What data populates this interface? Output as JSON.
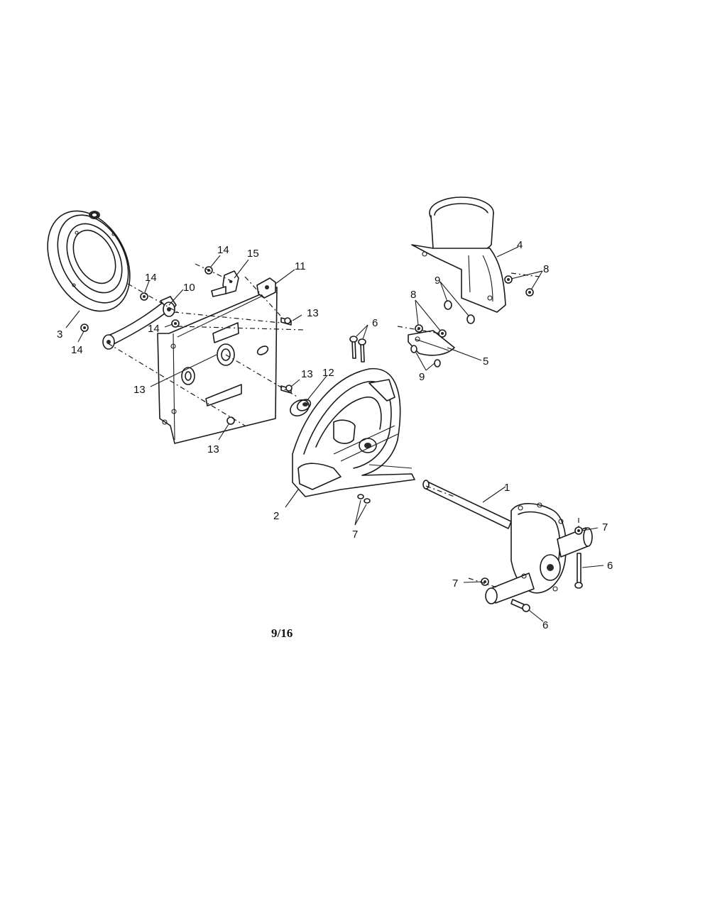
{
  "callouts": [
    {
      "id": "c1",
      "label": "1"
    },
    {
      "id": "c2",
      "label": "2"
    },
    {
      "id": "c3",
      "label": "3"
    },
    {
      "id": "c4",
      "label": "4"
    },
    {
      "id": "c5",
      "label": "5"
    },
    {
      "id": "c6a",
      "label": "6"
    },
    {
      "id": "c6b",
      "label": "6"
    },
    {
      "id": "c6c",
      "label": "6"
    },
    {
      "id": "c7a",
      "label": "7"
    },
    {
      "id": "c7b",
      "label": "7"
    },
    {
      "id": "c7c",
      "label": "7"
    },
    {
      "id": "c8a",
      "label": "8"
    },
    {
      "id": "c8b",
      "label": "8"
    },
    {
      "id": "c9a",
      "label": "9"
    },
    {
      "id": "c9b",
      "label": "9"
    },
    {
      "id": "c10",
      "label": "10"
    },
    {
      "id": "c11",
      "label": "11"
    },
    {
      "id": "c12",
      "label": "12"
    },
    {
      "id": "c13a",
      "label": "13"
    },
    {
      "id": "c13b",
      "label": "13"
    },
    {
      "id": "c13c",
      "label": "13"
    },
    {
      "id": "c13d",
      "label": "13"
    },
    {
      "id": "c14a",
      "label": "14"
    },
    {
      "id": "c14b",
      "label": "14"
    },
    {
      "id": "c14c",
      "label": "14"
    },
    {
      "id": "c15",
      "label": "15"
    }
  ],
  "page_number": "9/16"
}
